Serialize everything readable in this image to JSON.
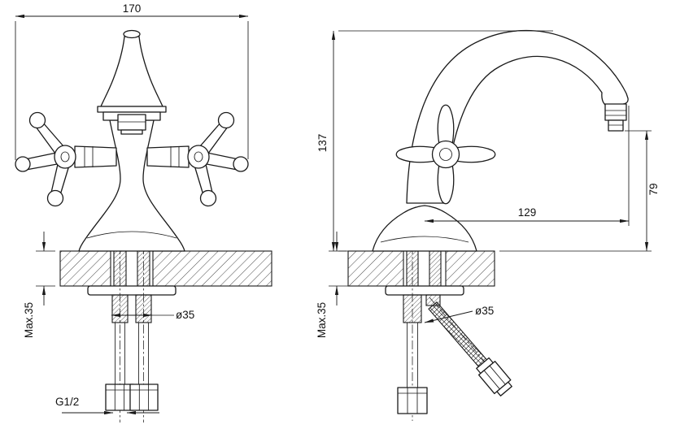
{
  "colors": {
    "line": "#1a1a1a",
    "background": "#ffffff"
  },
  "views": {
    "front": {
      "dims": {
        "overall_width": "170",
        "hole_diameter": "ø35",
        "max_deck_thickness": "Max.35",
        "thread_size": "G1/2"
      }
    },
    "side": {
      "dims": {
        "overall_height": "137",
        "spout_outlet_height": "79",
        "spout_reach": "129",
        "hole_diameter": "ø35",
        "max_deck_thickness": "Max.35"
      }
    }
  }
}
